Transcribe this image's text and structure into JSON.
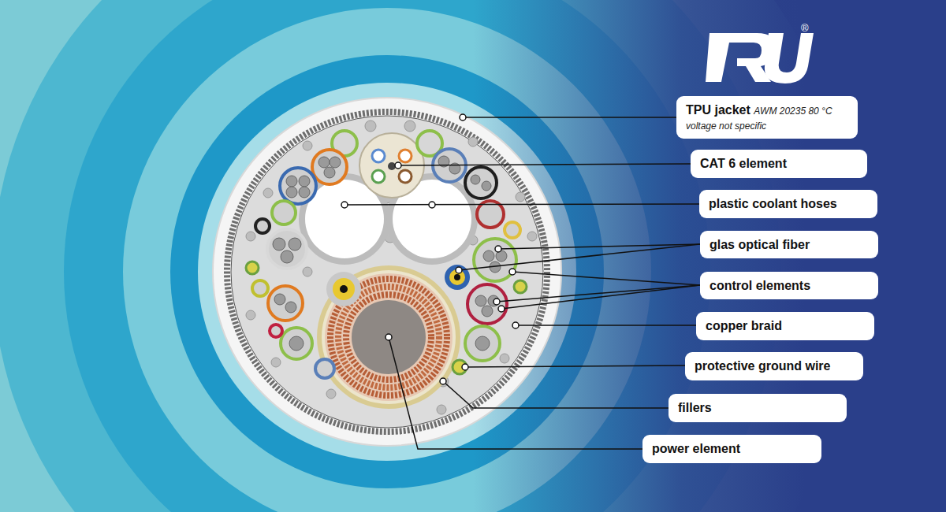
{
  "diagram": {
    "nodes": [
      {
        "text": [
          "TPU jacket",
          "AWM 20235 80 °C",
          "voltage not specific"
        ]
      },
      {
        "text": [
          "CAT 6 element"
        ]
      },
      {
        "text": [
          "plastic coolant hoses"
        ]
      },
      {
        "text": [
          "glas optical fiber"
        ]
      },
      {
        "text": [
          "control elements"
        ]
      },
      {
        "text": [
          "copper braid"
        ]
      },
      {
        "text": [
          "protective ground wire"
        ]
      },
      {
        "text": [
          "fillers"
        ]
      },
      {
        "text": [
          "power element"
        ]
      }
    ],
    "labels": [
      "®"
    ]
  }
}
